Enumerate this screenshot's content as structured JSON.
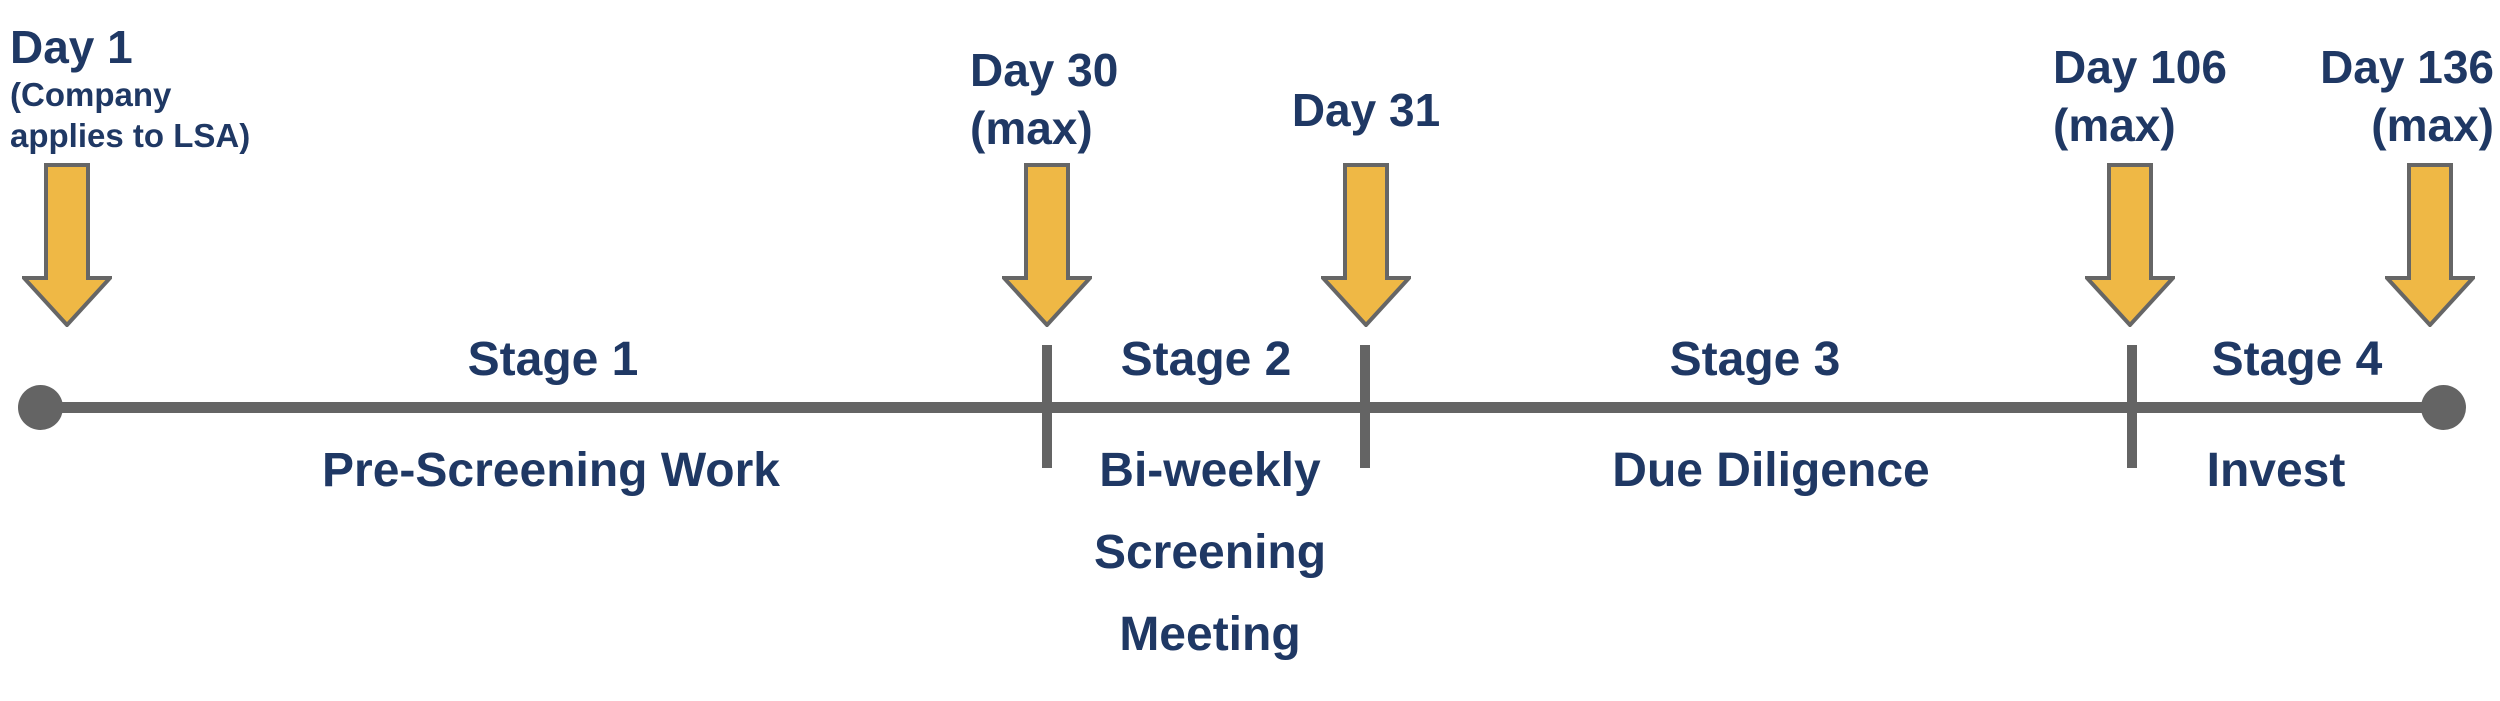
{
  "colors": {
    "text_navy": "#1f3864",
    "timeline_gray": "#646464",
    "arrow_gold": "#efb845",
    "arrow_outline": "#666666"
  },
  "milestones": [
    {
      "title": "Day 1",
      "subtitle_lines": [
        "(Company",
        "applies to LSA)"
      ]
    },
    {
      "title": "Day 30",
      "subtitle_lines": [
        "(max)"
      ]
    },
    {
      "title": "Day 31",
      "subtitle_lines": []
    },
    {
      "title": "Day 106",
      "subtitle_lines": [
        "(max)"
      ]
    },
    {
      "title": "Day 136",
      "subtitle_lines": [
        "(max)"
      ]
    }
  ],
  "stages": [
    {
      "label": "Stage 1",
      "name_lines": [
        "Pre-Screening Work"
      ]
    },
    {
      "label": "Stage 2",
      "name_lines": [
        "Bi-weekly",
        "Screening",
        "Meeting"
      ]
    },
    {
      "label": "Stage 3",
      "name_lines": [
        "Due Diligence"
      ]
    },
    {
      "label": "Stage 4",
      "name_lines": [
        "Invest"
      ]
    }
  ]
}
